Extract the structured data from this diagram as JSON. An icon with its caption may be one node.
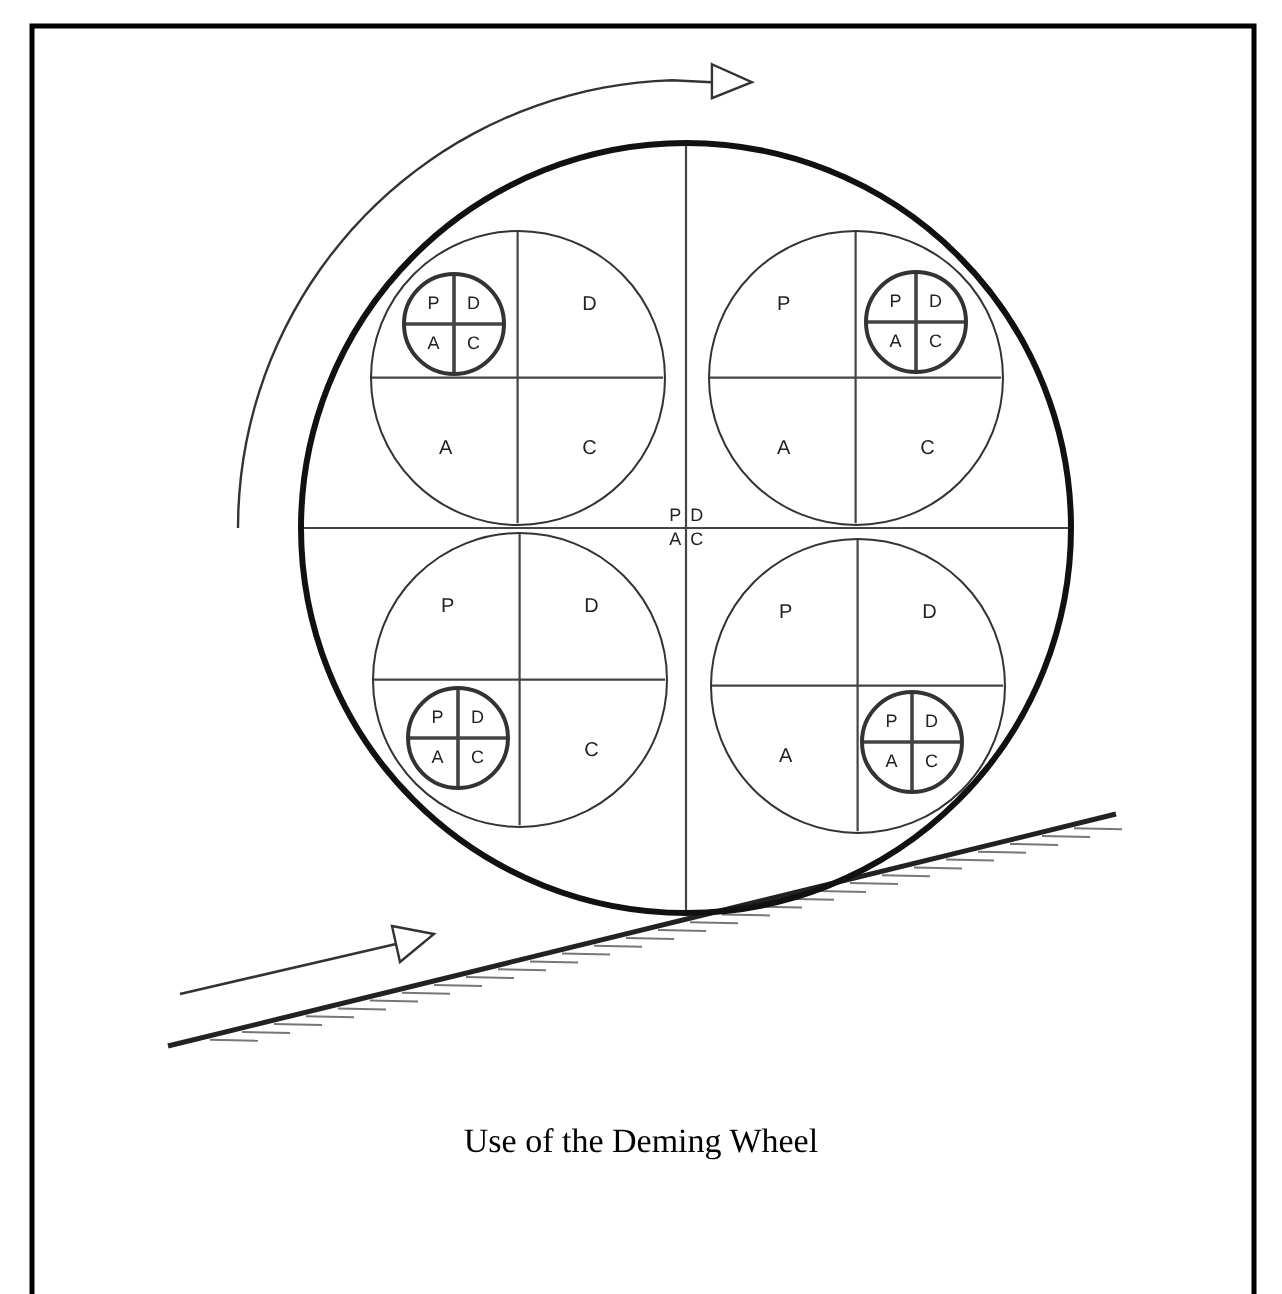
{
  "diagram": {
    "caption": "Use of the Deming Wheel",
    "nodes": [
      {
        "text": [
          "P",
          "D",
          "A",
          "C"
        ]
      },
      {
        "text": [
          "D",
          "A",
          "C"
        ],
        "in": 0
      },
      {
        "text": [
          "P",
          "D",
          "A",
          "C"
        ],
        "in": 1
      },
      {
        "text": [
          "P",
          "A",
          "C"
        ],
        "in": 0
      },
      {
        "text": [
          "P",
          "D",
          "A",
          "C"
        ],
        "in": 3
      },
      {
        "text": [
          "P",
          "D",
          "C"
        ],
        "in": 0
      },
      {
        "text": [
          "P",
          "D",
          "A",
          "C"
        ],
        "in": 5
      },
      {
        "text": [
          "P",
          "D",
          "A"
        ],
        "in": 0
      },
      {
        "text": [
          "P",
          "D",
          "A",
          "C"
        ],
        "in": 7
      }
    ]
  }
}
